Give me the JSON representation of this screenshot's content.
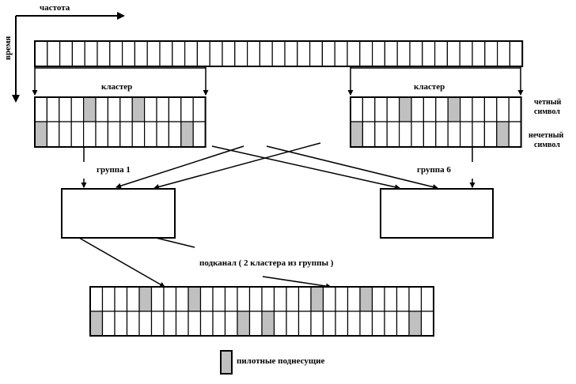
{
  "axes": {
    "frequency_label": "частота",
    "time_label": "время"
  },
  "clusters": {
    "left_label": "кластер",
    "right_label": "кластер"
  },
  "symbols": {
    "even_line1": "четный",
    "even_line2": "символ",
    "odd_line1": "нечетный",
    "odd_line2": "символ"
  },
  "groups": {
    "left_label": "группа 1",
    "right_label": "группа 6"
  },
  "subchannel": {
    "label": "подканал  ( 2 кластера из группы  )"
  },
  "legend": {
    "label": "пилотные поднесущие"
  },
  "colors": {
    "pilot": "#c0c0c0",
    "line": "#000000",
    "cell": "#ffffff"
  }
}
